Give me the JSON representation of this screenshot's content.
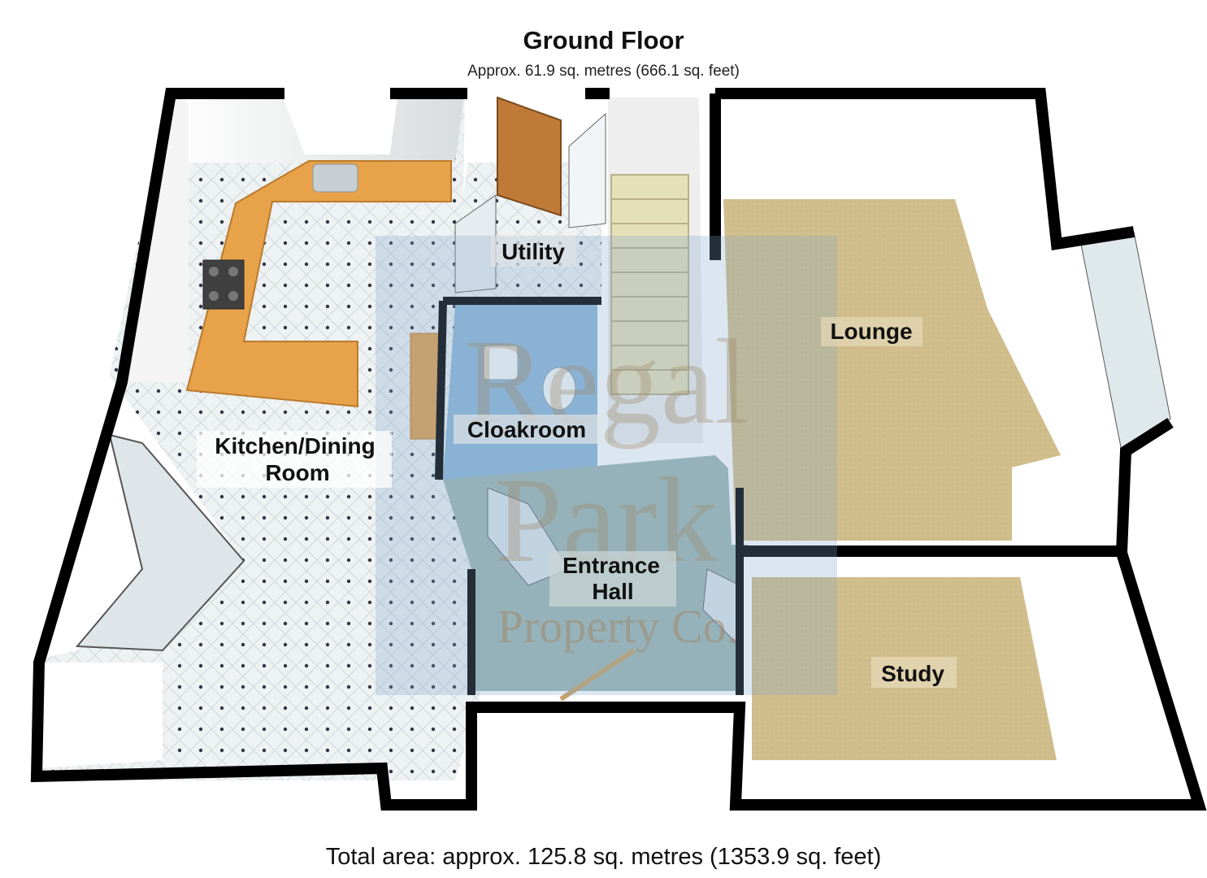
{
  "header": {
    "title": "Ground Floor",
    "subtitle": "Approx. 61.9 sq. metres (666.1 sq. feet)"
  },
  "rooms": {
    "kitchen_line1": "Kitchen/Dining",
    "kitchen_line2": "Room",
    "utility": "Utility",
    "cloakroom": "Cloakroom",
    "lounge": "Lounge",
    "entrance_line1": "Entrance",
    "entrance_line2": "Hall",
    "study": "Study"
  },
  "watermark": {
    "line1": "Regal",
    "line2": "Park",
    "line3": "Property Co."
  },
  "footer": {
    "total": "Total area: approx. 125.8 sq. metres (1353.9 sq. feet)"
  },
  "colors": {
    "wall": "#000000",
    "carpet": "#cdbb8a",
    "tile_floor": "#e8eef0",
    "worktop": "#e8a24a",
    "watermark_panel": "#7fa6c8"
  }
}
